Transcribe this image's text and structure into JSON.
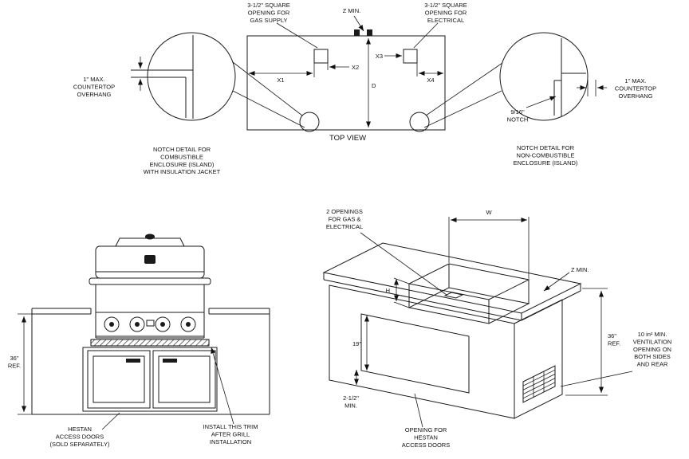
{
  "top_view": {
    "gas_opening_label": "3-1/2\" SQUARE\nOPENING FOR\nGAS SUPPLY",
    "electrical_opening_label": "3-1/2\" SQUARE\nOPENING FOR\nELECTRICAL",
    "z_min_label": "Z MIN.",
    "dim_x1": "X1",
    "dim_x2": "X2",
    "dim_x3": "X3",
    "dim_x4": "X4",
    "dim_d": "D",
    "title": "TOP VIEW",
    "left_overhang_label": "1\" MAX.\nCOUNTERTOP\nOVERHANG",
    "right_overhang_label": "1\" MAX.\nCOUNTERTOP\nOVERHANG",
    "notch_dim_label": "9/16\"\nNOTCH",
    "left_detail_caption": "NOTCH DETAIL FOR\nCOMBUSTIBLE\nENCLOSURE (ISLAND)\nWITH INSULATION JACKET",
    "right_detail_caption": "NOTCH DETAIL FOR\nNON-COMBUSTIBLE\nENCLOSURE (ISLAND)"
  },
  "front_view": {
    "height_dim": "36\"\nREF.",
    "access_doors_label": "HESTAN\nACCESS DOORS\n(SOLD SEPARATELY)",
    "trim_label": "INSTALL THIS TRIM\nAFTER GRILL\nINSTALLATION"
  },
  "iso_view": {
    "openings_label": "2 OPENINGS\nFOR GAS &\nELECTRICAL",
    "dim_w": "W",
    "dim_z": "Z MIN.",
    "dim_h": "H",
    "height_dim": "36\"\nREF.",
    "dim_19": "19\"",
    "dim_2_5": "2-1/2\"\nMIN.",
    "doors_opening_label": "OPENING FOR\nHESTAN\nACCESS DOORS",
    "ventilation_label": "10 in² MIN.\nVENTILATION\nOPENING ON\nBOTH SIDES\nAND REAR"
  }
}
